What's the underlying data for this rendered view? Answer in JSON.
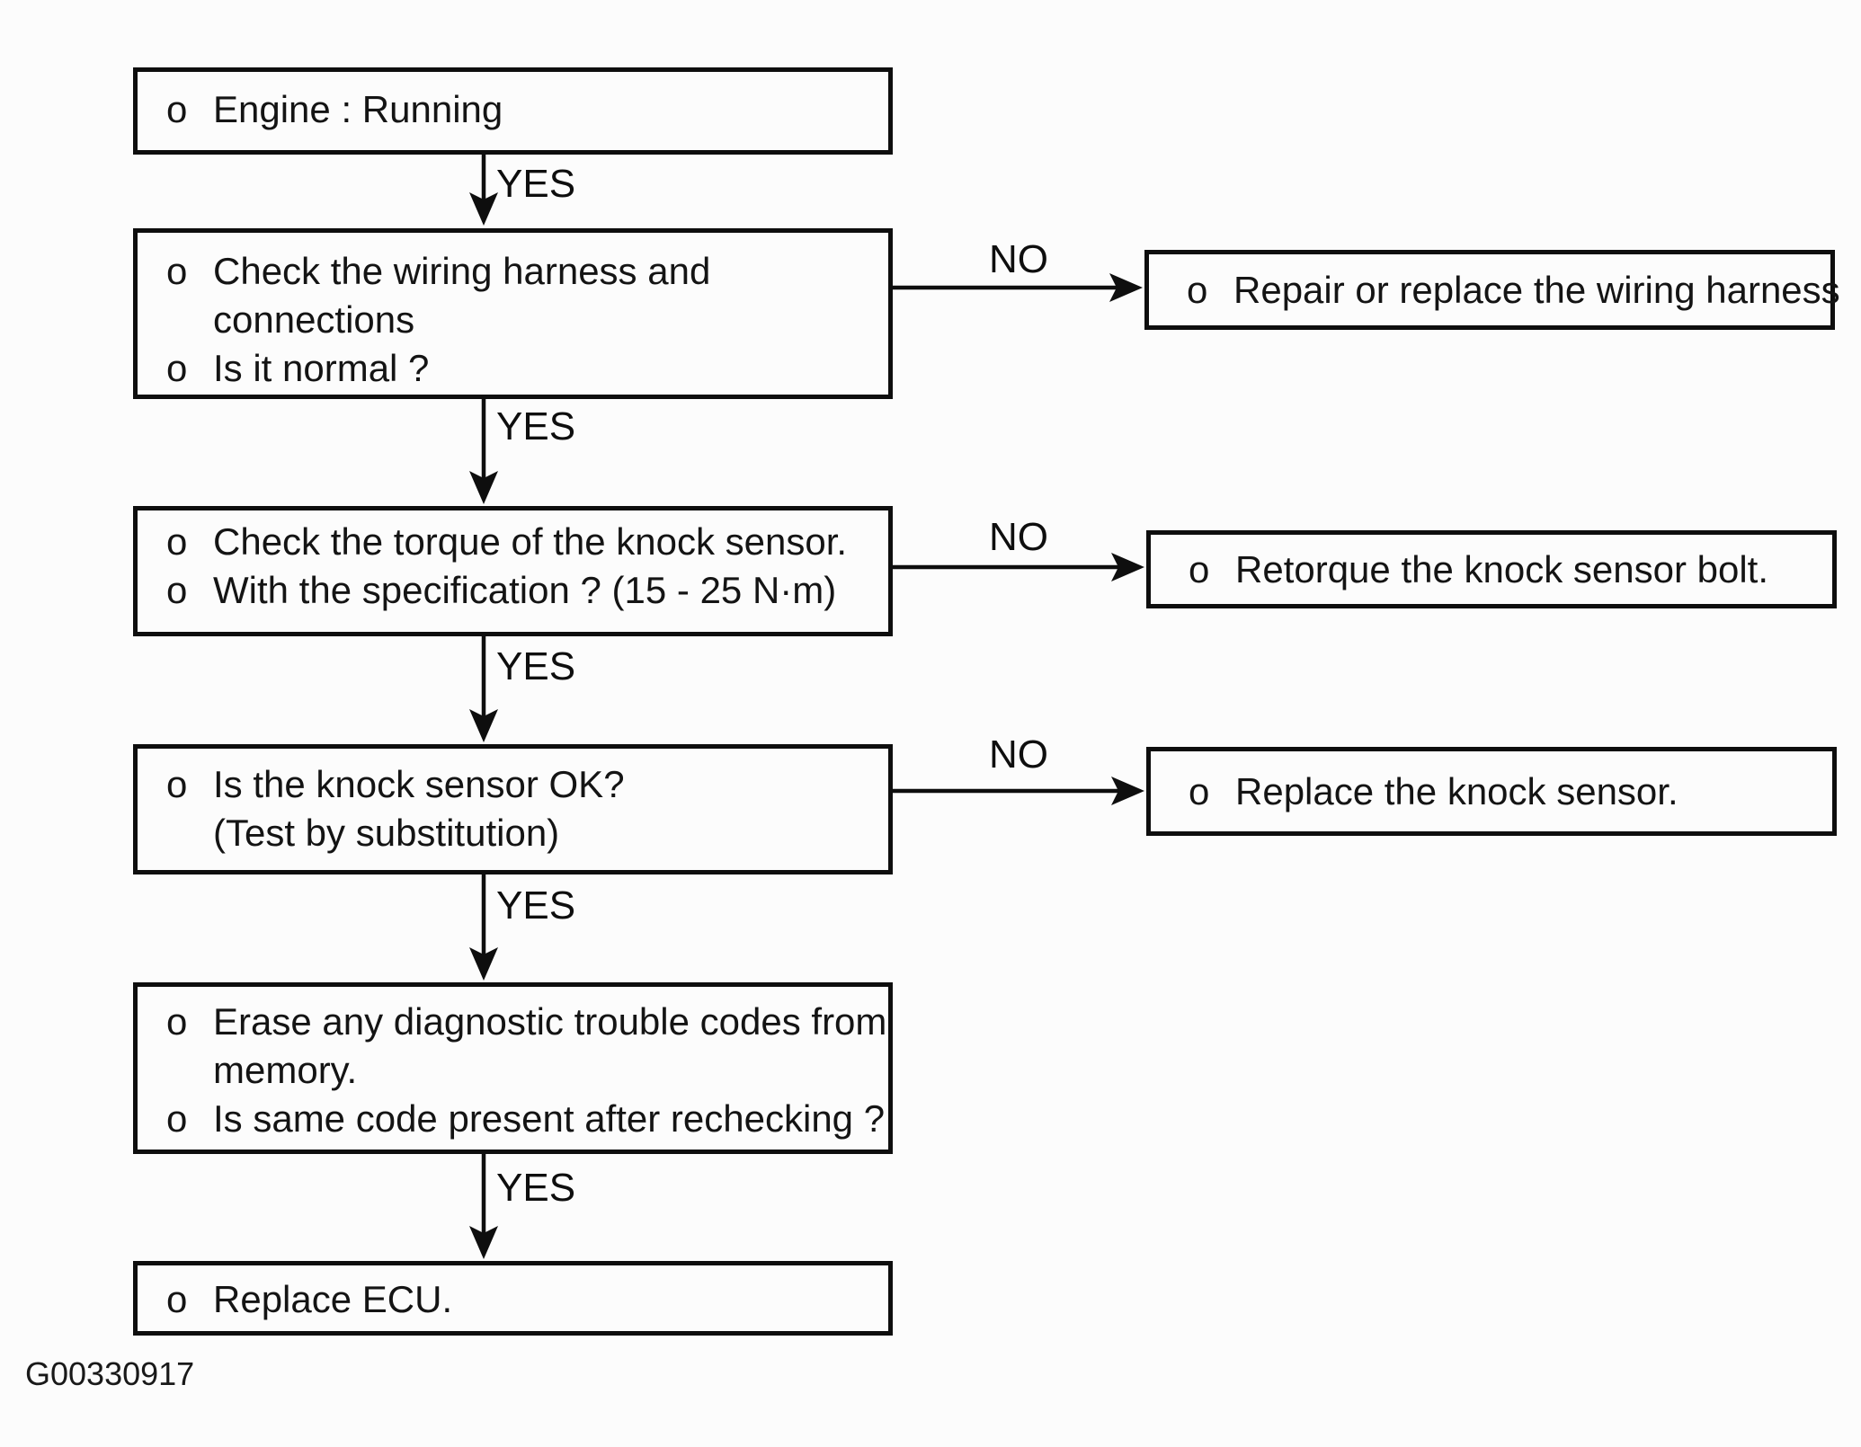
{
  "figure": {
    "code": "G00330917"
  },
  "flow": {
    "steps": [
      {
        "name": "engine-running",
        "lines": [
          {
            "bullet": "o",
            "text": "Engine : Running"
          }
        ]
      },
      {
        "name": "check-wiring-harness",
        "lines": [
          {
            "bullet": "o",
            "text": "Check the wiring harness and"
          },
          {
            "bullet": "",
            "text": "connections"
          },
          {
            "bullet": "o",
            "text": "Is it normal ?"
          }
        ]
      },
      {
        "name": "check-torque",
        "lines": [
          {
            "bullet": "o",
            "text": "Check the torque of the knock sensor."
          },
          {
            "bullet": "o",
            "text": "With the specification ? (15 - 25 N·m)"
          }
        ]
      },
      {
        "name": "knock-sensor-ok",
        "lines": [
          {
            "bullet": "o",
            "text": "Is the knock sensor OK?"
          },
          {
            "bullet": "",
            "text": "(Test by substitution)"
          }
        ]
      },
      {
        "name": "erase-codes",
        "lines": [
          {
            "bullet": "o",
            "text": "Erase any diagnostic trouble codes from"
          },
          {
            "bullet": "",
            "text": "memory."
          },
          {
            "bullet": "o",
            "text": "Is same code present after rechecking ?"
          }
        ]
      },
      {
        "name": "replace-ecu",
        "lines": [
          {
            "bullet": "o",
            "text": "Replace ECU."
          }
        ]
      }
    ],
    "remedies": [
      {
        "name": "repair-wiring",
        "lines": [
          {
            "bullet": "o",
            "text": "Repair or replace the wiring harness"
          }
        ]
      },
      {
        "name": "retorque-bolt",
        "lines": [
          {
            "bullet": "o",
            "text": "Retorque the knock sensor bolt."
          }
        ]
      },
      {
        "name": "replace-knock-sensor",
        "lines": [
          {
            "bullet": "o",
            "text": "Replace the knock sensor."
          }
        ]
      }
    ],
    "yes_labels": [
      "YES",
      "YES",
      "YES",
      "YES",
      "YES"
    ],
    "no_labels": [
      "NO",
      "NO",
      "NO"
    ]
  },
  "colors": {
    "ink": "#0e0e0e",
    "paper": "#fcfcfc"
  }
}
